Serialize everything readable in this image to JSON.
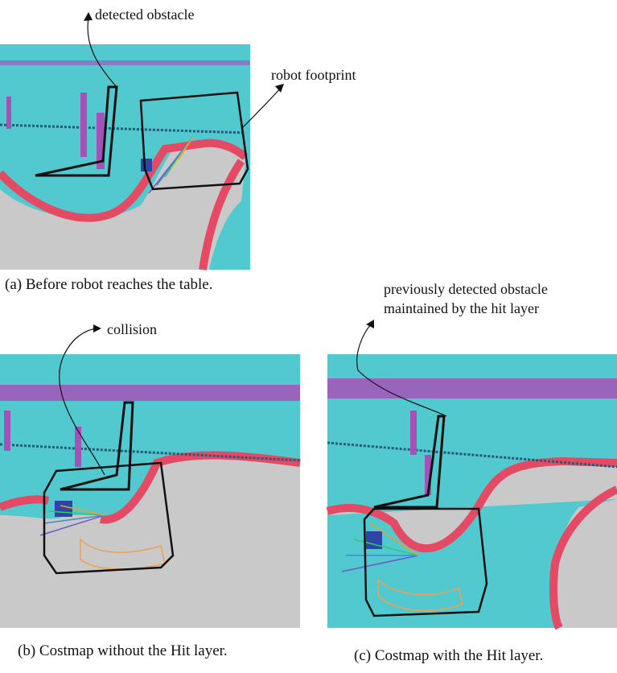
{
  "figure": {
    "panel_a": {
      "caption": "(a) Before robot reaches the table.",
      "annotations": {
        "obstacle": "detected obstacle",
        "footprint": "robot footprint"
      }
    },
    "panel_b": {
      "caption": "(b) Costmap without the Hit layer.",
      "annotations": {
        "collision": "collision"
      }
    },
    "panel_c": {
      "caption": "(c) Costmap with the Hit layer.",
      "annotations": {
        "previous_line1": "previously detected obstacle",
        "previous_line2": "maintained by the hit layer"
      }
    }
  },
  "colors": {
    "free_space": "#52c8cf",
    "occupied_floor": "#c9c9c9",
    "inflation": "#e44a63",
    "lethal_obstacle": "#a552b8",
    "scan_line": "#275a7a",
    "robot": "#2c46a8",
    "outline": "#111111"
  }
}
